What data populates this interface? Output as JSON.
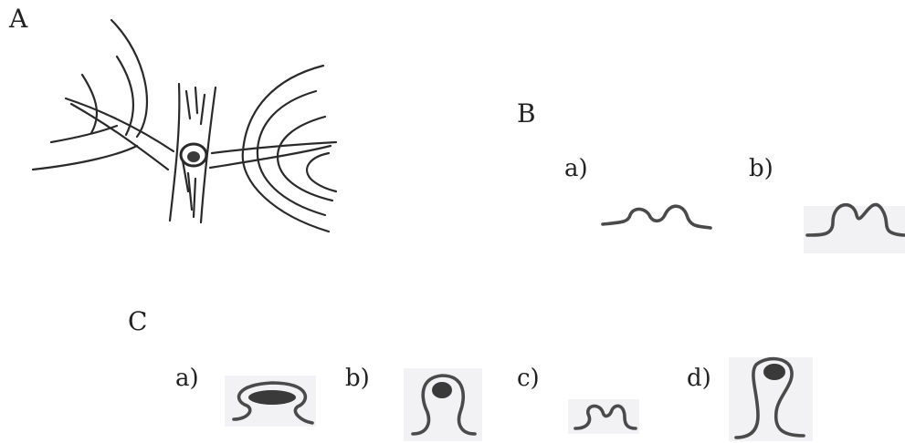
{
  "panels": {
    "a": {
      "label": "A"
    },
    "b": {
      "label": "B",
      "sub": [
        "a)",
        "b)"
      ]
    },
    "c": {
      "label": "C",
      "sub": [
        "a)",
        "b)",
        "c)",
        "d)"
      ]
    }
  },
  "colors": {
    "ink": "#2a2a2a",
    "stroke_gray": "#4a4a4a",
    "lesion_dark": "#3a3a3a"
  }
}
